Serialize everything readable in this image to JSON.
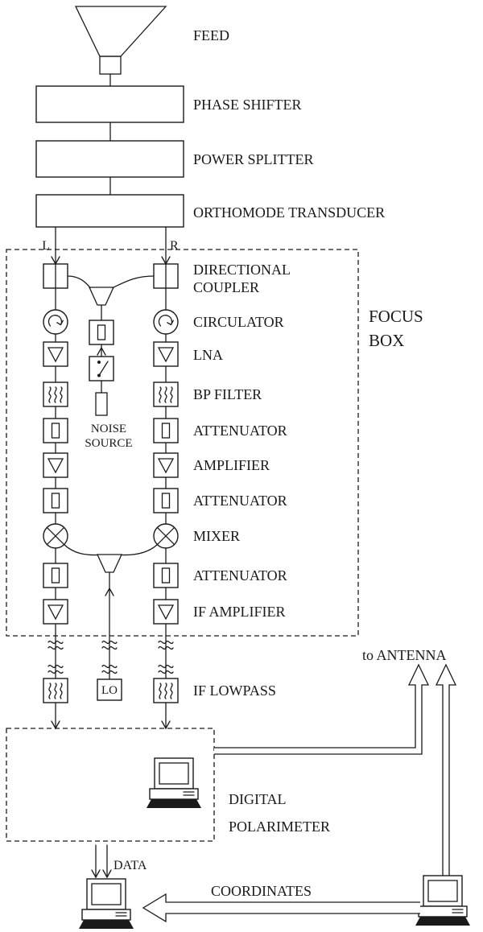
{
  "colors": {
    "ink": "#1a1a1a",
    "background": "#ffffff"
  },
  "top_chain": {
    "feed": "FEED",
    "phase_shifter": "PHASE SHIFTER",
    "power_splitter": "POWER SPLITTER",
    "orthomode_transducer": "ORTHOMODE TRANSDUCER",
    "left_port": "L",
    "right_port": "R"
  },
  "focus_box": {
    "title_line1": "FOCUS",
    "title_line2": "BOX",
    "directional_coupler_line1": "DIRECTIONAL",
    "directional_coupler_line2": "COUPLER",
    "circulator": "CIRCULATOR",
    "lna": "LNA",
    "bp_filter": "BP FILTER",
    "attenuator_1": "ATTENUATOR",
    "amplifier": "AMPLIFIER",
    "attenuator_2": "ATTENUATOR",
    "mixer": "MIXER",
    "attenuator_3": "ATTENUATOR",
    "if_amplifier": "IF AMPLIFIER",
    "noise_source_line1": "NOISE",
    "noise_source_line2": "SOURCE"
  },
  "if_section": {
    "lo": "LO",
    "if_lowpass": "IF LOWPASS"
  },
  "outputs": {
    "to_antenna": "to ANTENNA",
    "digital_polarimeter_line1": "DIGITAL",
    "digital_polarimeter_line2": "POLARIMETER",
    "data": "DATA",
    "coordinates": "COORDINATES"
  }
}
